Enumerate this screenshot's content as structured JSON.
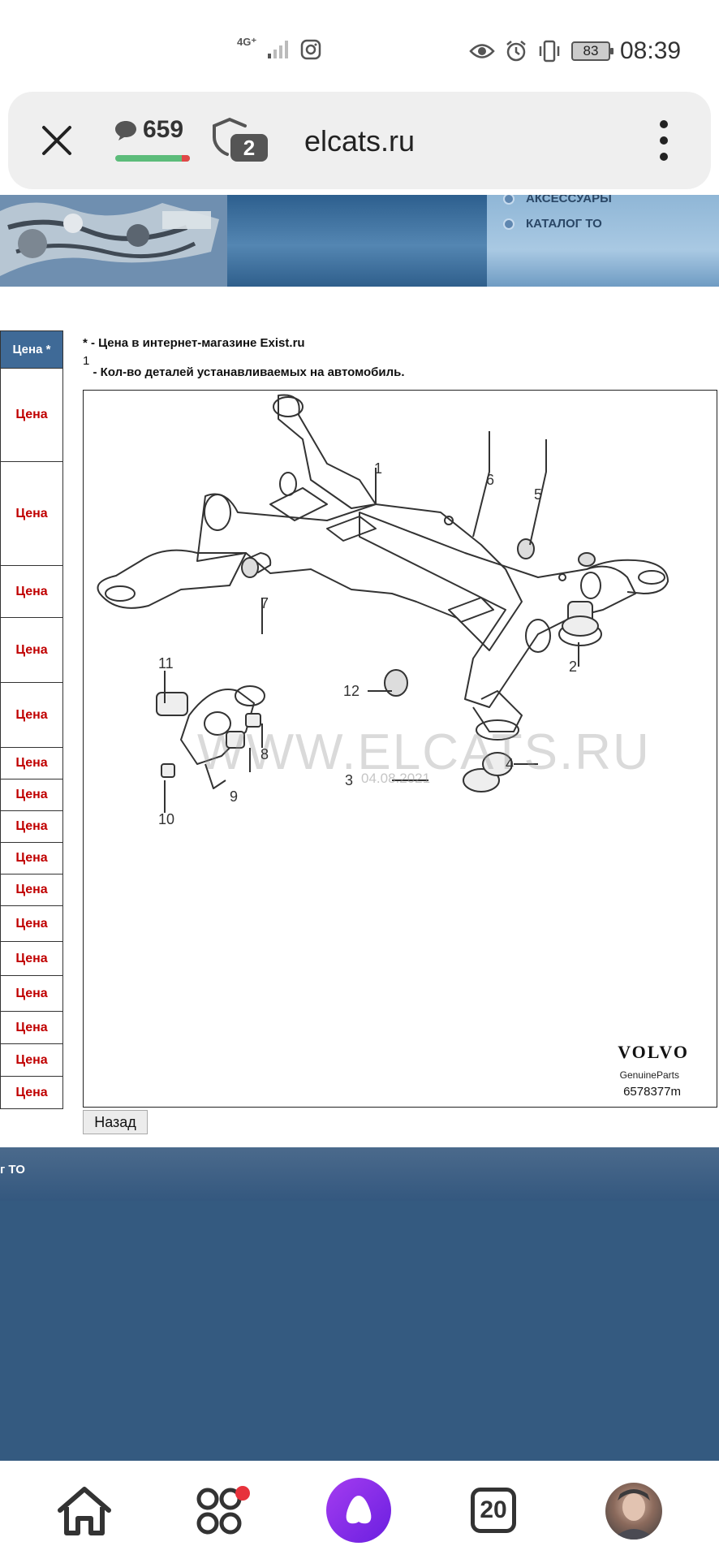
{
  "status_bar": {
    "network": "4G⁺",
    "battery": "83",
    "time": "08:39"
  },
  "browser": {
    "comments_count": "659",
    "tabs_shield_count": "2",
    "domain": "elcats.ru"
  },
  "site_nav": {
    "items": [
      {
        "label": "АКСЕССУАРЫ"
      },
      {
        "label": "КАТАЛОГ ТО"
      }
    ]
  },
  "price_table": {
    "header": "Цена *",
    "rows": [
      "Цена",
      "Цена",
      "Цена",
      "Цена",
      "Цена",
      "Цена",
      "Цена",
      "Цена",
      "Цена",
      "Цена",
      "Цена",
      "Цена",
      "Цена",
      "Цена",
      "Цена",
      "Цена"
    ]
  },
  "notes": {
    "note1": "* - Цена в интернет-магазине Exist.ru",
    "note2_mark": "1",
    "note2": " - Кол-во деталей устанавливаемых на автомобиль."
  },
  "diagram": {
    "watermark": "WWW.ELCATS.RU",
    "watermark_date": "04.08.2021",
    "brand": "VOLVO",
    "brand_sub": "GenuineParts",
    "part_number": "6578377m",
    "callouts": [
      "1",
      "2",
      "3",
      "4",
      "5",
      "6",
      "7",
      "8",
      "9",
      "10",
      "11",
      "12"
    ]
  },
  "back_button": "Назад",
  "footer": {
    "link": "г ТО"
  },
  "bottom_nav": {
    "tabs_count": "20"
  },
  "colors": {
    "header_blue": "#3f6a97",
    "price_red": "#c00000",
    "footer_blue": "#345a80",
    "alice_purple": "#8a2be2"
  }
}
